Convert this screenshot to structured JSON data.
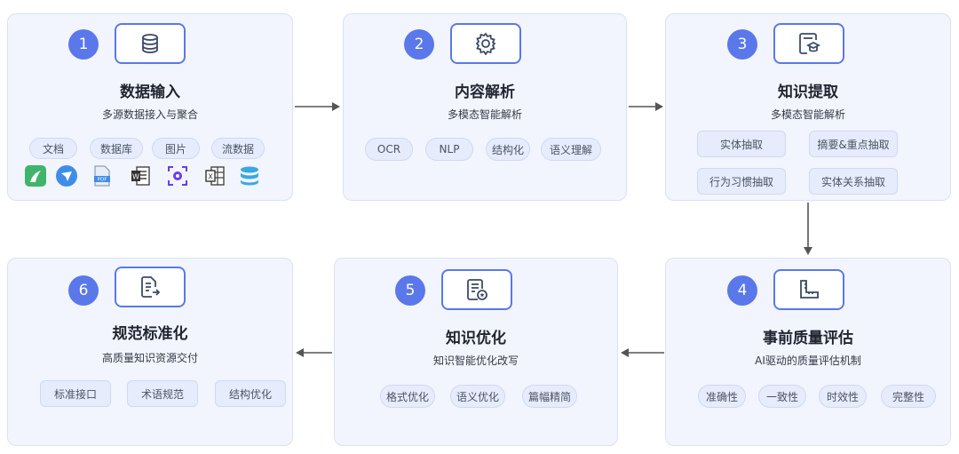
{
  "steps": [
    {
      "number": "1",
      "title": "数据输入",
      "subtitle": "多源数据接入与聚合",
      "icon": "database-icon",
      "tags": [
        "文档",
        "数据库",
        "图片",
        "流数据"
      ]
    },
    {
      "number": "2",
      "title": "内容解析",
      "subtitle": "多模态智能解析",
      "icon": "gear-icon",
      "tags": [
        "OCR",
        "NLP",
        "结构化",
        "语义理解"
      ]
    },
    {
      "number": "3",
      "title": "知识提取",
      "subtitle": "多模态智能解析",
      "icon": "graduation-cap-icon",
      "tags": [
        "实体抽取",
        "摘要&重点抽取",
        "行为习惯抽取",
        "实体关系抽取"
      ]
    },
    {
      "number": "4",
      "title": "事前质量评估",
      "subtitle": "AI驱动的质量评估机制",
      "icon": "ruler-icon",
      "tags": [
        "准确性",
        "一致性",
        "时效性",
        "完整性"
      ]
    },
    {
      "number": "5",
      "title": "知识优化",
      "subtitle": "知识智能优化改写",
      "icon": "document-badge-icon",
      "tags": [
        "格式优化",
        "语义优化",
        "篇幅精简"
      ]
    },
    {
      "number": "6",
      "title": "规范标准化",
      "subtitle": "高质量知识资源交付",
      "icon": "document-export-icon",
      "tags": [
        "标准接口",
        "术语规范",
        "结构优化"
      ]
    }
  ],
  "source_icons": [
    "tree-app-icon",
    "feishu-app-icon",
    "pdf-file-icon",
    "word-file-icon",
    "screen-capture-icon",
    "excel-file-icon",
    "database-stack-icon"
  ],
  "colors": {
    "accent": "#5a78ea",
    "card_bg": "#f2f5fd",
    "tag_bg": "#e6ecfb",
    "arrow": "#555555"
  }
}
